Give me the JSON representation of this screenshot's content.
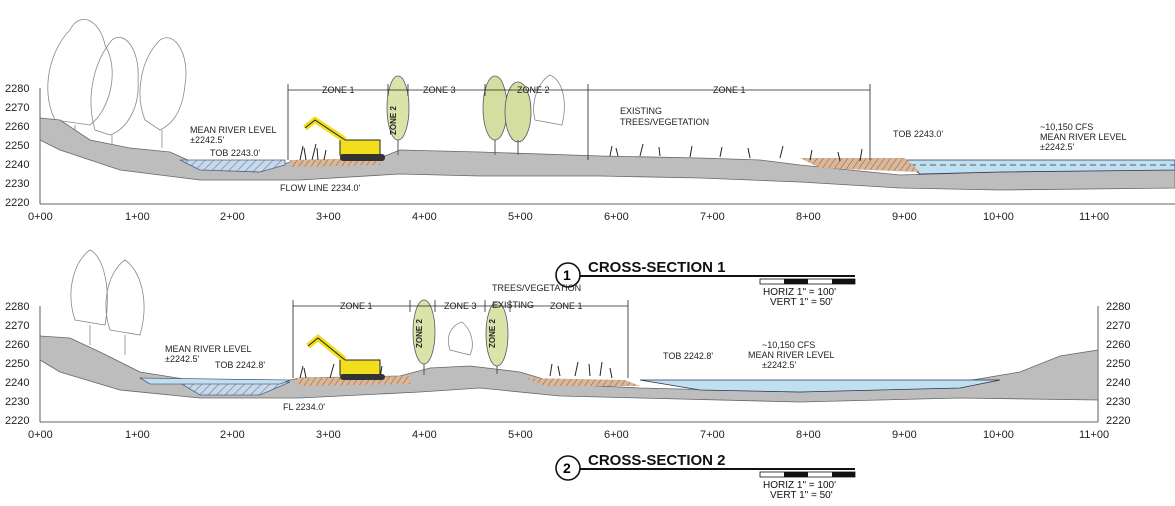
{
  "sections": [
    {
      "number": "1",
      "title": "CROSS-SECTION 1",
      "scale_h": "HORIZ 1\" = 100'",
      "scale_v": "VERT 1\" = 50'",
      "y_ticks": [
        "2280",
        "2270",
        "2260",
        "2250",
        "2240",
        "2230",
        "2220"
      ],
      "x_ticks": [
        "0+00",
        "1+00",
        "2+00",
        "3+00",
        "4+00",
        "5+00",
        "6+00",
        "7+00",
        "8+00",
        "9+00",
        "10+00",
        "11+00"
      ],
      "zones": [
        "ZONE 1",
        "ZONE 2",
        "ZONE 3",
        "ZONE 2",
        "ZONE 1"
      ],
      "annotations": {
        "mean_river_left_1": "MEAN RIVER LEVEL",
        "mean_river_left_2": "±2242.5'",
        "tob_left": "TOB 2243.0'",
        "flow_line": "FLOW LINE 2234.0'",
        "existing_1": "EXISTING",
        "existing_2": "TREES/VEGETATION",
        "tob_right": "TOB 2243.0'",
        "cfs": "~10,150 CFS",
        "mean_river_right_1": "MEAN RIVER LEVEL",
        "mean_river_right_2": "±2242.5'"
      }
    },
    {
      "number": "2",
      "title": "CROSS-SECTION 2",
      "scale_h": "HORIZ 1\" = 100'",
      "scale_v": "VERT 1\" = 50'",
      "y_ticks": [
        "2280",
        "2270",
        "2260",
        "2250",
        "2240",
        "2230",
        "2220"
      ],
      "x_ticks": [
        "0+00",
        "1+00",
        "2+00",
        "3+00",
        "4+00",
        "5+00",
        "6+00",
        "7+00",
        "8+00",
        "9+00",
        "10+00",
        "11+00"
      ],
      "zones": [
        "ZONE 1",
        "ZONE 2",
        "ZONE 3",
        "ZONE 2",
        "ZONE 1"
      ],
      "annotations": {
        "mean_river_left_1": "MEAN RIVER LEVEL",
        "mean_river_left_2": "±2242.5'",
        "tob_left": "TOB 2242.8'",
        "flow_line": "FL 2234.0'",
        "existing_1": "EXISTING",
        "existing_2": "TREES/VEGETATION",
        "tob_right": "TOB 2242.8'",
        "cfs": "~10,150 CFS",
        "mean_river_right_1": "MEAN RIVER LEVEL",
        "mean_river_right_2": "±2242.5'"
      }
    }
  ]
}
